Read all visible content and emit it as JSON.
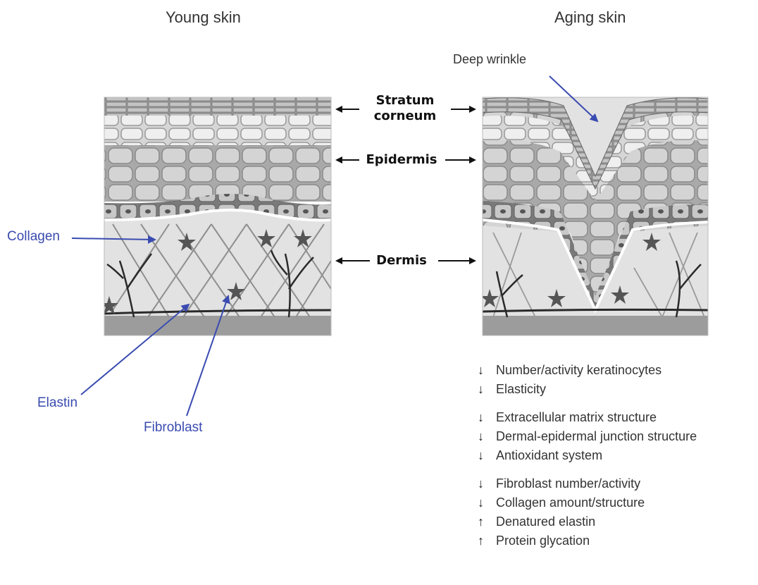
{
  "titles": {
    "young": "Young skin",
    "aging": "Aging skin"
  },
  "layers": {
    "stratum_line1": "Stratum",
    "stratum_line2": "corneum",
    "epidermis": "Epidermis",
    "dermis": "Dermis"
  },
  "callouts": {
    "deep_wrinkle": "Deep wrinkle",
    "collagen": "Collagen",
    "elastin": "Elastin",
    "fibroblast": "Fibroblast"
  },
  "arrow_glyphs": {
    "decrease": "↓",
    "increase": "↑"
  },
  "effects": [
    [
      {
        "dir": "↓",
        "text": "Number/activity keratinocytes"
      },
      {
        "dir": "↓",
        "text": "Elasticity"
      }
    ],
    [
      {
        "dir": "↓",
        "text": "Extracellular matrix structure"
      },
      {
        "dir": "↓",
        "text": "Dermal-epidermal junction structure"
      },
      {
        "dir": "↓",
        "text": "Antioxidant system"
      }
    ],
    [
      {
        "dir": "↓",
        "text": "Fibroblast number/activity"
      },
      {
        "dir": "↓",
        "text": "Collagen amount/structure"
      },
      {
        "dir": "↑",
        "text": "Denatured elastin"
      },
      {
        "dir": "↑",
        "text": "Protein glycation"
      }
    ]
  ],
  "colors": {
    "callout_blue": "#3a4bb0",
    "stratum": "#8a8a8a",
    "epidermis_upper": "#cfcfcf",
    "epidermis_lower": "#a8a8a8",
    "basal": "#7a7a7a",
    "dermis": "#e0e0e0",
    "hypodermis": "#9a9a9a"
  }
}
